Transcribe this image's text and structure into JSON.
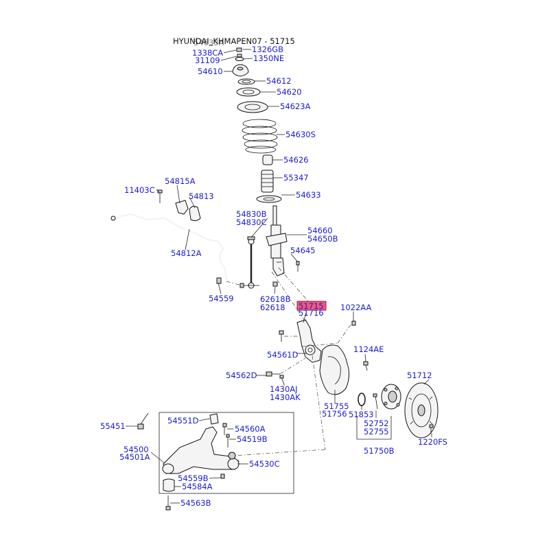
{
  "header": {
    "title": "HYUNDAI_KHMAPEN07 - 51715",
    "overlap_label": "54633A"
  },
  "highlight_color": "#f05a78",
  "label_color": "#1a1ad6",
  "labels": {
    "l1338CA": "1338CA",
    "l1326GB": "1326GB",
    "l31109": "31109",
    "l1350NE": "1350NE",
    "l54610": "54610",
    "l54612": "54612",
    "l54620": "54620",
    "l54623A": "54623A",
    "l54630S": "54630S",
    "l54626": "54626",
    "l55347": "55347",
    "l54633": "54633",
    "l11403C": "11403C",
    "l54815A": "54815A",
    "l54813": "54813",
    "l54830B": "54830B",
    "l54830C": "54830C",
    "l54660": "54660",
    "l54650B": "54650B",
    "l54812A": "54812A",
    "l54645": "54645",
    "l54559": "54559",
    "l62618B": "62618B",
    "l62618": "62618",
    "l51715": "51715",
    "l51716": "51716",
    "l1022AA": "1022AA",
    "l54561D": "54561D",
    "l1124AE": "1124AE",
    "l51712": "51712",
    "l54562D": "54562D",
    "l1430AJ": "1430AJ",
    "l1430AK": "1430AK",
    "l51755": "51755",
    "l51756": "51756",
    "l51853": "51853",
    "l52752": "52752",
    "l52755": "52755",
    "l51750B": "51750B",
    "l1220FS": "1220FS",
    "l55451": "55451",
    "l54551D": "54551D",
    "l54560A": "54560A",
    "l54519B": "54519B",
    "l54500": "54500",
    "l54501A": "54501A",
    "l54530C": "54530C",
    "l54559B": "54559B",
    "l54584A": "54584A",
    "l54563B": "54563B"
  }
}
